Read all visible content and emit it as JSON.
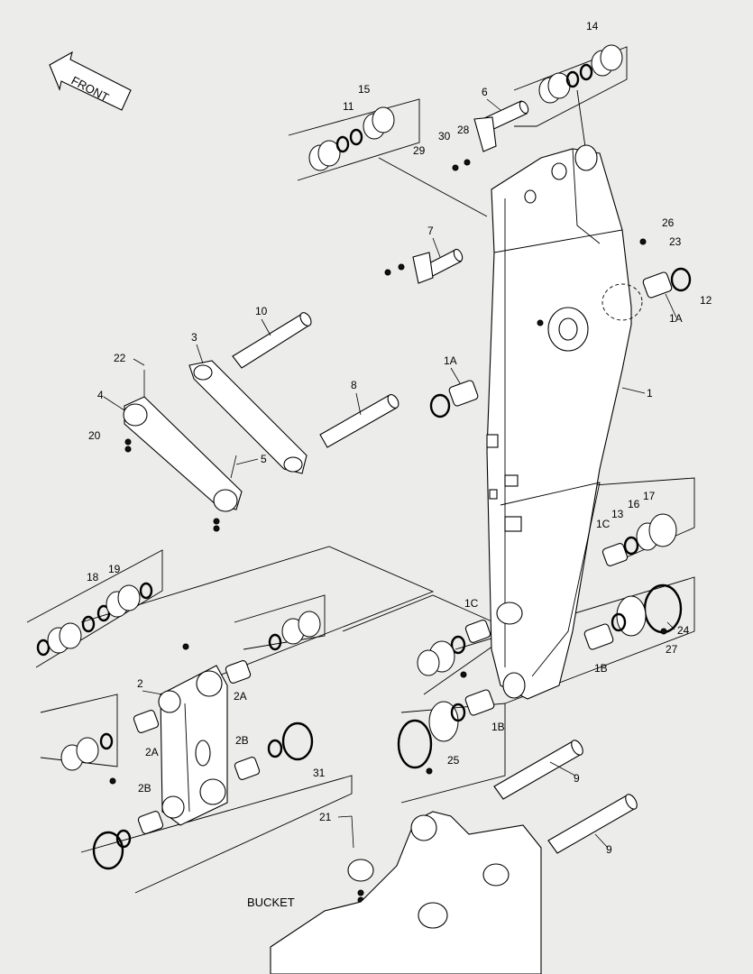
{
  "diagram": {
    "front_label": "FRONT",
    "bucket_label": "BUCKET",
    "callouts": [
      "1",
      "1A",
      "1A",
      "1B",
      "1B",
      "1C",
      "1C",
      "2",
      "2A",
      "2A",
      "2B",
      "2B",
      "3",
      "4",
      "5",
      "6",
      "7",
      "8",
      "9",
      "9",
      "10",
      "11",
      "12",
      "13",
      "14",
      "15",
      "16",
      "17",
      "18",
      "19",
      "20",
      "21",
      "22",
      "23",
      "24",
      "25",
      "26",
      "27",
      "28",
      "29",
      "30",
      "31"
    ]
  }
}
